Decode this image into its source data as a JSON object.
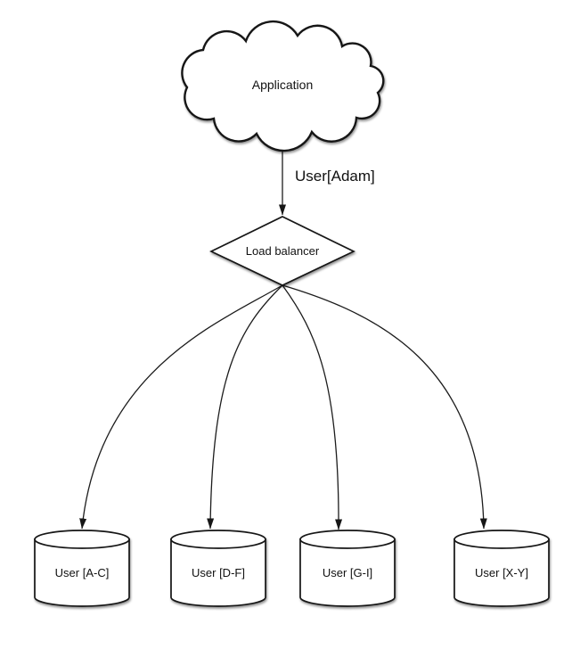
{
  "diagram": {
    "type": "sharding-architecture-diagram",
    "colors": {
      "background": "#ffffff",
      "shape_fill": "#ffffff",
      "stroke": "#161616",
      "text": "#111111"
    },
    "nodes": {
      "application": {
        "label": "Application",
        "shape": "cloud"
      },
      "load_balancer": {
        "label": "Load balancer",
        "shape": "diamond"
      },
      "shards": [
        {
          "label": "User [A-C]",
          "shape": "cylinder"
        },
        {
          "label": "User [D-F]",
          "shape": "cylinder"
        },
        {
          "label": "User [G-I]",
          "shape": "cylinder"
        },
        {
          "label": "User [X-Y]",
          "shape": "cylinder"
        }
      ]
    },
    "edges": [
      {
        "from": "application",
        "to": "load_balancer",
        "label": "User[Adam]"
      },
      {
        "from": "load_balancer",
        "to": "shard-0",
        "label": ""
      },
      {
        "from": "load_balancer",
        "to": "shard-1",
        "label": ""
      },
      {
        "from": "load_balancer",
        "to": "shard-2",
        "label": ""
      },
      {
        "from": "load_balancer",
        "to": "shard-3",
        "label": ""
      }
    ]
  }
}
